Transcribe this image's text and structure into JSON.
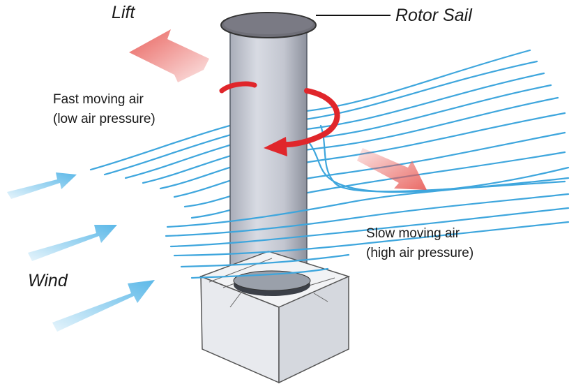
{
  "labels": {
    "lift": "Lift",
    "rotor_sail": "Rotor Sail",
    "wind": "Wind",
    "fast_air_line1": "Fast moving air",
    "fast_air_line2": "(low air pressure)",
    "slow_air_line1": "Slow moving air",
    "slow_air_line2": "(high air pressure)"
  },
  "colors": {
    "wind_arrow": "#5bb8e8",
    "airflow_line": "#3ea6dd",
    "lift_arrow": "#e85a55",
    "rotation_arrow": "#e0262b",
    "cylinder": "#c9ccd6",
    "base": "#e6e8ec"
  }
}
